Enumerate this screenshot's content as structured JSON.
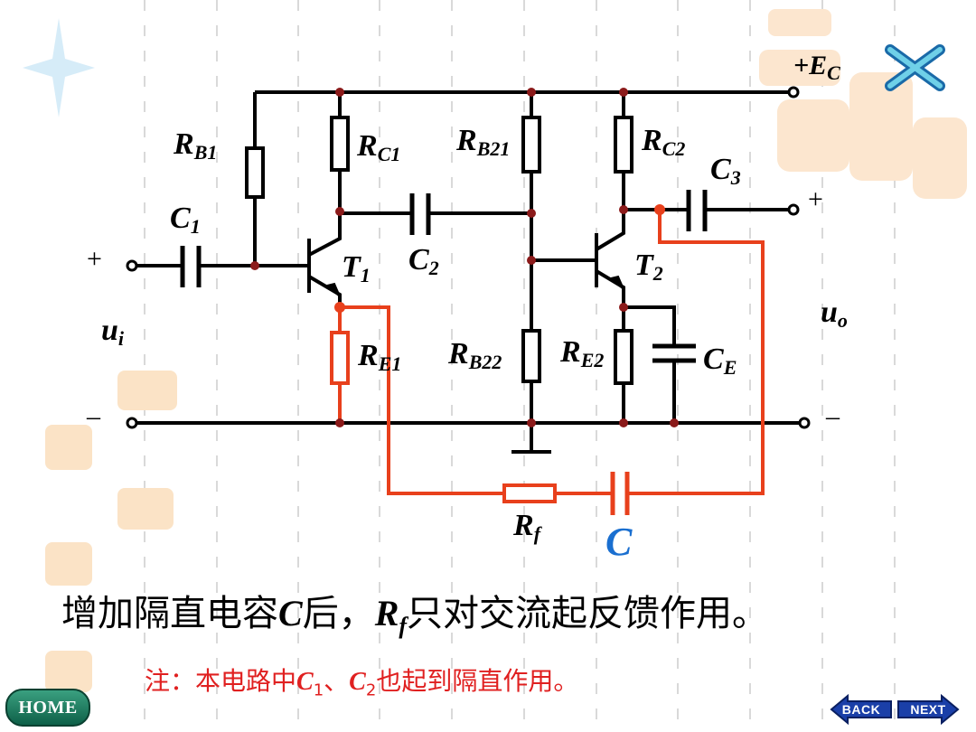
{
  "labels": {
    "ec": "+E",
    "ec_sub": "C",
    "rb1": "R",
    "rb1_sub": "B1",
    "rc1": "R",
    "rc1_sub": "C1",
    "rb21": "R",
    "rb21_sub": "B21",
    "rc2": "R",
    "rc2_sub": "C2",
    "c3": "C",
    "c3_sub": "3",
    "c1": "C",
    "c1_sub": "1",
    "c2": "C",
    "c2_sub": "2",
    "t1": "T",
    "t1_sub": "1",
    "t2": "T",
    "t2_sub": "2",
    "ui": "u",
    "ui_sub": "i",
    "uo": "u",
    "uo_sub": "o",
    "re1": "R",
    "re1_sub": "E1",
    "rb22": "R",
    "rb22_sub": "B22",
    "re2": "R",
    "re2_sub": "E2",
    "ce": "C",
    "ce_sub": "E",
    "rf": "R",
    "rf_sub": "f",
    "c": "C",
    "in_plus": "+",
    "in_minus": "–",
    "out_plus": "+",
    "out_minus": "–"
  },
  "caption": {
    "pre": "增加隔直电容",
    "c": "C",
    "mid": "后，",
    "r": "R",
    "r_sub": "f",
    "post": "只对交流起反馈作用。"
  },
  "note": {
    "pre": "注：本电路中",
    "c1": "C",
    "c1_sub": "1",
    "sep": "、",
    "c2": "C",
    "c2_sub": "2",
    "post": "也起到隔直作用。"
  },
  "nav": {
    "home": "HOME",
    "back": "BACK",
    "next": "NEXT"
  },
  "colors": {
    "feedback": "#e8401c",
    "note": "#e02020",
    "capacitor_c": "#1a6fd0",
    "nav_blue": "#1a3fa8",
    "home_green": "#0e6048"
  }
}
